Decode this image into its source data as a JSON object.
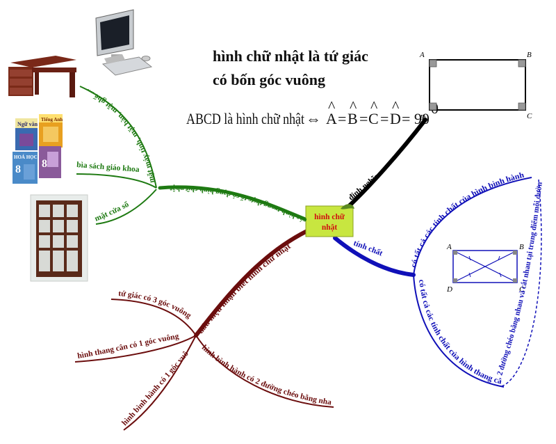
{
  "definition": {
    "line1": "hình chữ nhật là tứ giác",
    "line2": "có bốn góc vuông",
    "formula_left": "ABCD là hình chữ nhật",
    "formula_right": "= 90",
    "formula_degree": "0",
    "angle_a": "A",
    "angle_b": "B",
    "angle_c": "C",
    "angle_d": "D",
    "eq": "="
  },
  "center": {
    "line1": "hình chữ",
    "line2": "nhật"
  },
  "branches": {
    "dinh_nghia": "định nghĩa",
    "tinh_chat": "tính chất",
    "real_world": "các hình trong thực tế có dạng hình chữ nhật",
    "dau_hieu": "dấu hiệu nhận biết hình chữ nhật"
  },
  "real_world_items": {
    "may_tinh": "mặt máy tính, mặt bàn, mặt ghế ....",
    "sach": "bìa sách giáo khoa",
    "cua_so": "mặt cửa sổ"
  },
  "signs": {
    "s1": "tứ giác có 3 góc vuông",
    "s2": "hình thang cân có 1 góc vuông",
    "s3": "hình bình hành có 1 góc vuông",
    "s4": "hình bình hành có 2 đường chéo bằng nhau"
  },
  "properties": {
    "p1": "có tất cả các tính chất của hình bình hành",
    "p2": "có tất cả các tính chất của hình thang cân",
    "p3": "2 đường chéo bằng nhau và cắt nhau tại trung điểm mỗi đường"
  },
  "vertices": {
    "a": "A",
    "b": "B",
    "c": "C",
    "d": "D"
  },
  "book_text": {
    "ngu_van": "Ngữ văn",
    "tieng_anh": "Tiếng Anh",
    "hoa_hoc": "HOÁ HỌC",
    "grade": "8"
  },
  "colors": {
    "green": "#1e7a12",
    "red": "#6b0d0d",
    "blue": "#1010b8",
    "black": "#000000",
    "center_fill": "#c8e640",
    "center_text": "#d01010"
  }
}
